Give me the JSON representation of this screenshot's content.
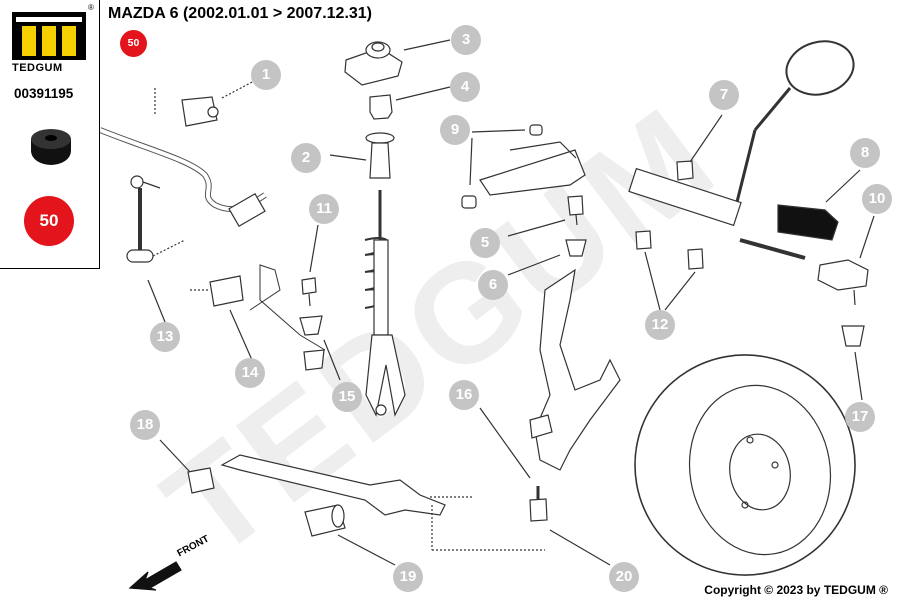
{
  "brand": {
    "name": "TEDGUM",
    "registered": "®",
    "part_number": "00391195",
    "badge": "50"
  },
  "header": {
    "title": "MAZDA 6  (2002.01.01 > 2007.12.31)",
    "badge": "50"
  },
  "watermark": {
    "text": "TEDGUM"
  },
  "front_label": "FRONT",
  "copyright": "Copyright © 2023 by TEDGUM ®",
  "callouts": [
    "1",
    "2",
    "3",
    "4",
    "5",
    "6",
    "7",
    "8",
    "9",
    "10",
    "11",
    "12",
    "13",
    "14",
    "15",
    "16",
    "17",
    "18",
    "19",
    "20"
  ]
}
